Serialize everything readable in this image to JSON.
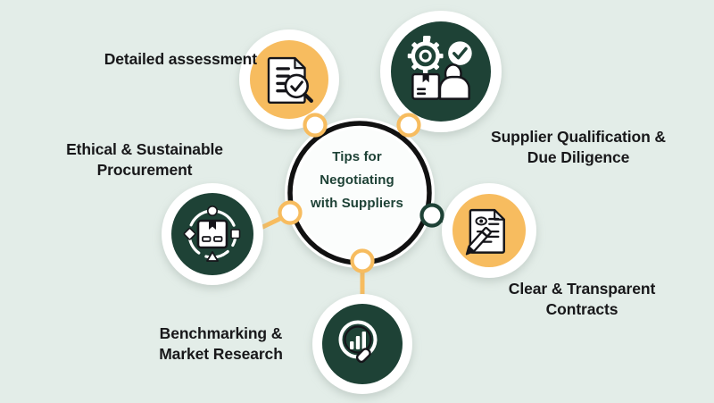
{
  "infographic": {
    "title": "Tips for Negotiating with Suppliers",
    "hub": {
      "line1": "Tips for",
      "line2": "Negotiating",
      "line3": "with Suppliers"
    },
    "colors": {
      "background": "#e3ede8",
      "dark_green": "#1e4236",
      "amber": "#f7bc5f",
      "ring_black": "#111111",
      "white": "#ffffff",
      "hub_text": "#1e4236",
      "label_text": "#18181a"
    },
    "nodes": [
      {
        "id": "detailed-assessment",
        "label": "Detailed assessment",
        "icon": "document-check-magnifier-icon",
        "circle_color": "#f7bc5f",
        "connector_color": "#f7bc5f"
      },
      {
        "id": "supplier-qualification",
        "label": "Supplier Qualification &\nDue Diligence",
        "icon": "gear-check-box-person-icon",
        "circle_color": "#1e4236",
        "connector_color": "#f7bc5f"
      },
      {
        "id": "clear-contracts",
        "label": "Clear & Transparent\nContracts",
        "icon": "contract-signing-pen-icon",
        "circle_color": "#f7bc5f",
        "connector_color": "#1e4236"
      },
      {
        "id": "benchmarking",
        "label": "Benchmarking &\nMarket Research",
        "icon": "magnifier-bar-chart-icon",
        "circle_color": "#1e4236",
        "connector_color": "#f7bc5f"
      },
      {
        "id": "ethical-procurement",
        "label": "Ethical & Sustainable\nProcurement",
        "icon": "box-circular-cycle-icon",
        "circle_color": "#1e4236",
        "connector_color": "#f7bc5f"
      }
    ]
  }
}
